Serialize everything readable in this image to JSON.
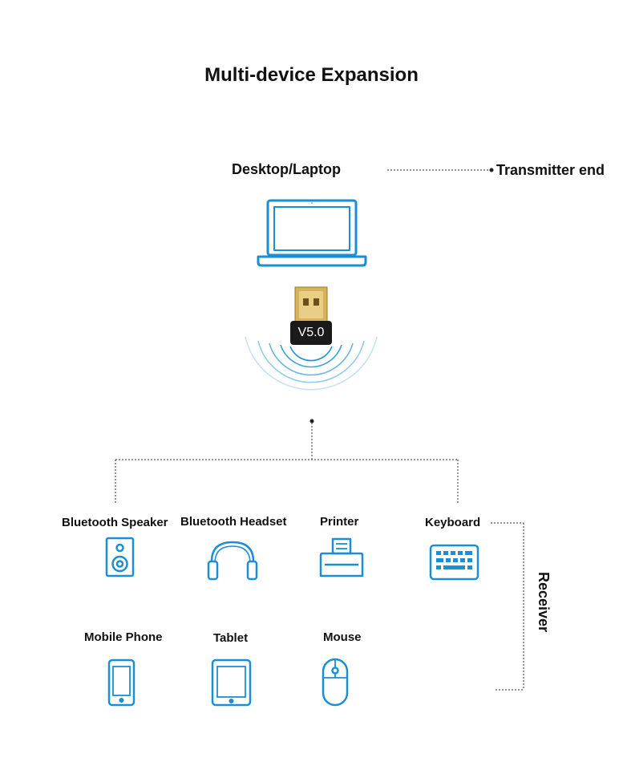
{
  "title": "Multi-device Expansion",
  "source": {
    "label": "Desktop/Laptop",
    "role_label": "Transmitter end"
  },
  "adapter": {
    "version_label": "V5.0"
  },
  "receiver_label": "Receiver",
  "devices": [
    {
      "label": "Bluetooth Speaker",
      "icon": "speaker-icon"
    },
    {
      "label": "Bluetooth Headset",
      "icon": "headset-icon"
    },
    {
      "label": "Printer",
      "icon": "printer-icon"
    },
    {
      "label": "Keyboard",
      "icon": "keyboard-icon"
    },
    {
      "label": "Mobile Phone",
      "icon": "phone-icon"
    },
    {
      "label": "Tablet",
      "icon": "tablet-icon"
    },
    {
      "label": "Mouse",
      "icon": "mouse-icon"
    }
  ],
  "colors": {
    "icon": "#1a8fd6",
    "line": "#555555",
    "text": "#111111"
  }
}
